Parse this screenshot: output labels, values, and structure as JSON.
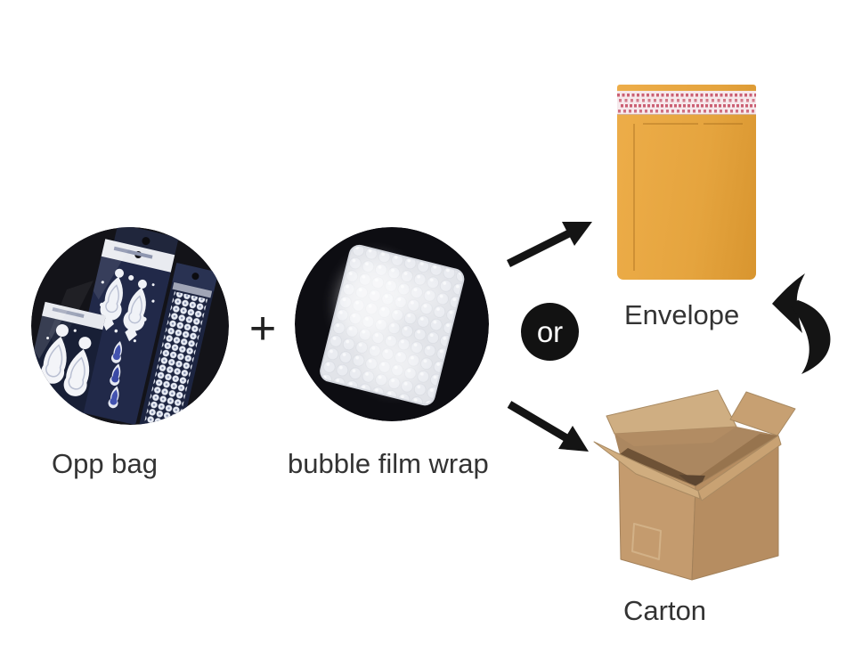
{
  "diagram": {
    "opp_bag_label": "Opp bag",
    "bubble_label": "bubble film wrap",
    "plus": "+",
    "or": "or",
    "envelope_label": "Envelope",
    "carton_label": "Carton"
  },
  "colors": {
    "envelope-orange": "#e5a43e",
    "strip-pink": "#f6e9ec",
    "strip-text-red": "#c03e56",
    "carton-tan": "#c49b6e",
    "carton-side": "#b68d61",
    "photo-circle-black": "#131318",
    "label-text": "#333333",
    "arrow-black": "#141414"
  }
}
